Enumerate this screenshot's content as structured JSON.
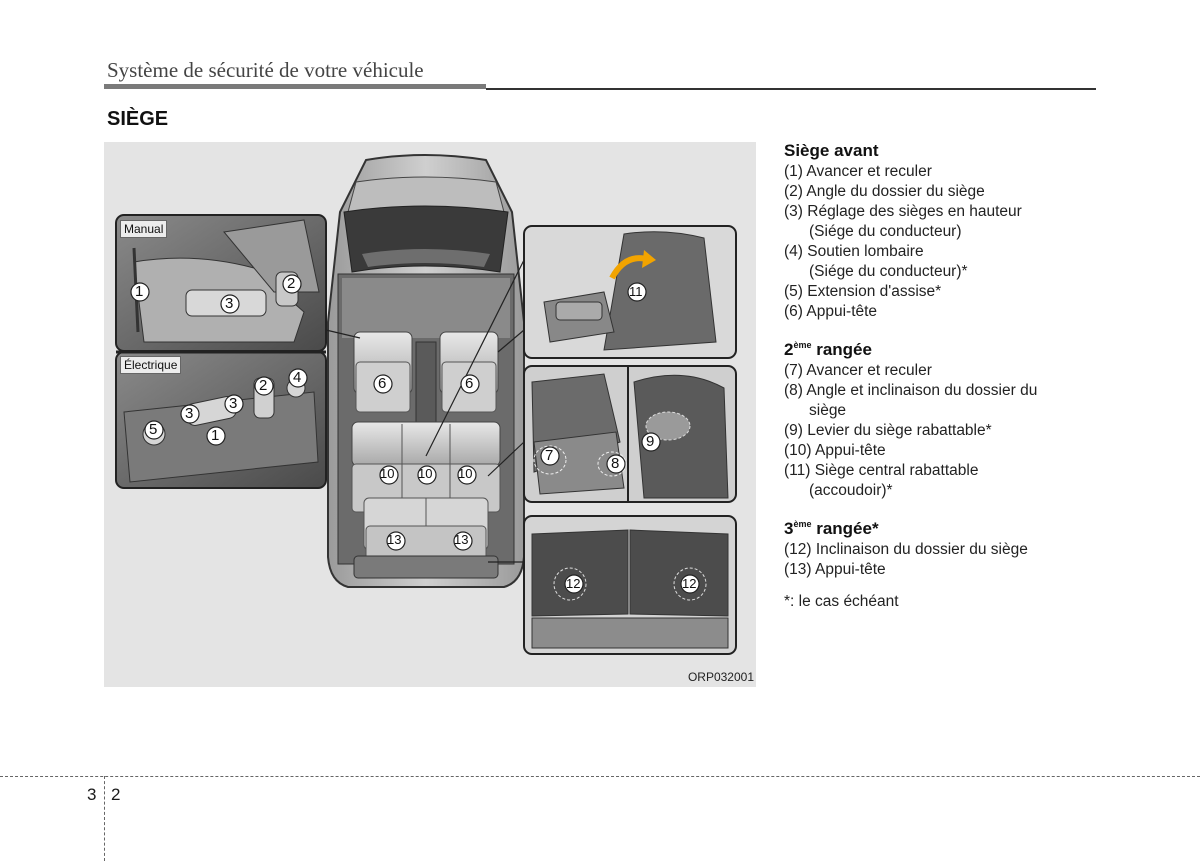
{
  "header": {
    "running_title": "Système de sécurité de votre véhicule"
  },
  "section": {
    "title": "SIÈGE"
  },
  "figure": {
    "code": "ORP032001",
    "inset_manual_label": "Manual",
    "inset_electric_label": "Électrique",
    "callouts": {
      "manual_1": "1",
      "manual_2": "2",
      "manual_3": "3",
      "elec_5": "5",
      "elec_3a": "3",
      "elec_3b": "3",
      "elec_1": "1",
      "elec_2": "2",
      "elec_4": "4",
      "head_6a": "6",
      "head_6b": "6",
      "head_10a": "10",
      "head_10b": "10",
      "head_10c": "10",
      "head_13a": "13",
      "head_13b": "13",
      "c11": "11",
      "c7": "7",
      "c8": "8",
      "c9": "9",
      "c12a": "12",
      "c12b": "12"
    }
  },
  "legend": {
    "front": {
      "title": "Siège avant",
      "items": [
        "(1) Avancer et reculer",
        "(2) Angle du dossier du siège",
        "(3) Réglage des sièges en hauteur",
        "(Siége du conducteur)",
        "(4) Soutien lombaire",
        "(Siége du conducteur)*",
        "(5) Extension d'assise*",
        "(6) Appui-tête"
      ]
    },
    "row2": {
      "title_num": "2",
      "title_sup": "ème",
      "title_rest": " rangée",
      "items": [
        "(7) Avancer et reculer",
        "(8) Angle et inclinaison du dossier du",
        "siège",
        "(9) Levier du siège rabattable*",
        "(10) Appui-tête",
        "(11) Siège central rabattable",
        "(accoudoir)*"
      ]
    },
    "row3": {
      "title_num": "3",
      "title_sup": "ème",
      "title_rest": " rangée*",
      "items": [
        "(12) Inclinaison du dossier du siège",
        "(13) Appui-tête"
      ]
    },
    "footnote": "*: le cas échéant"
  },
  "footer": {
    "chapter": "3",
    "page": "2"
  }
}
